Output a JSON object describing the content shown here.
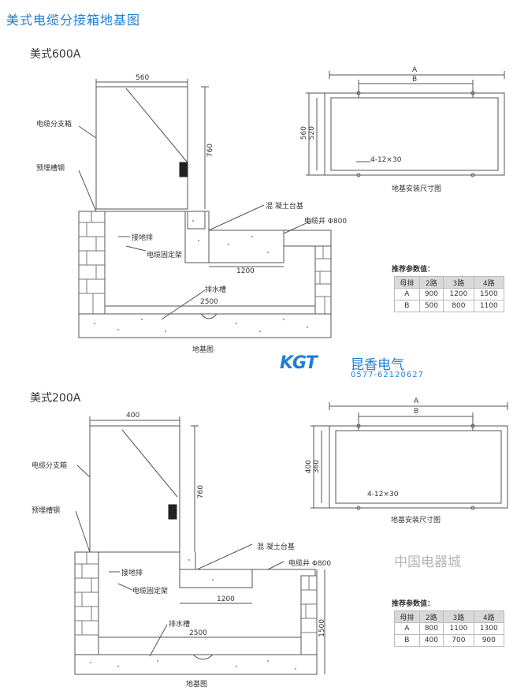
{
  "page_title": "美式电缆分接箱地基图",
  "sections": [
    {
      "heading": "美式600A",
      "labels": {
        "cabinet": "电缆分支箱",
        "steel": "预埋槽钢",
        "ground_bar": "接地排",
        "cable_bracket": "电缆固定架",
        "concrete_base": "混 凝土台基",
        "cable_well": "电缆井 Φ800",
        "drain": "排水槽",
        "foundation": "地基图",
        "install_title": "地基安装尺寸图",
        "bolt": "4-12×30"
      },
      "dims": {
        "width": "560",
        "height": "760",
        "inner": "1200",
        "total": "2500",
        "outer_h": "560",
        "inner_h": "520",
        "A": "A",
        "B": "B"
      },
      "table": {
        "title": "推荐参数值：",
        "header": [
          "母排",
          "2路",
          "3路",
          "4路"
        ],
        "rows": [
          [
            "A",
            "900",
            "1200",
            "1500"
          ],
          [
            "B",
            "500",
            "800",
            "1100"
          ]
        ]
      }
    },
    {
      "heading": "美式200A",
      "labels": {
        "cabinet": "电缆分支箱",
        "steel": "预埋槽钢",
        "ground_bar": "接地排",
        "cable_bracket": "电缆固定架",
        "concrete_base": "混 凝土台基",
        "cable_well": "电缆井 Φ800",
        "drain": "排水槽",
        "foundation": "地基图",
        "install_title": "地基安装尺寸图",
        "bolt": "4-12×30"
      },
      "dims": {
        "width": "400",
        "height": "760",
        "inner": "1200",
        "total": "2500",
        "depth": "1500",
        "outer_h": "400",
        "inner_h": "360",
        "A": "A",
        "B": "B"
      },
      "table": {
        "title": "推荐参数值：",
        "header": [
          "母排",
          "2路",
          "3路",
          "4路"
        ],
        "rows": [
          [
            "A",
            "800",
            "1100",
            "1300"
          ],
          [
            "B",
            "400",
            "700",
            "900"
          ]
        ]
      }
    }
  ],
  "logo": {
    "mark": "KGT",
    "name": "昆香电气",
    "phone": "0577-62120627"
  },
  "watermark": "中国电器城",
  "colors": {
    "title": "#1e7fd6",
    "line": "#555555",
    "table_header": "#d9d9d9"
  }
}
